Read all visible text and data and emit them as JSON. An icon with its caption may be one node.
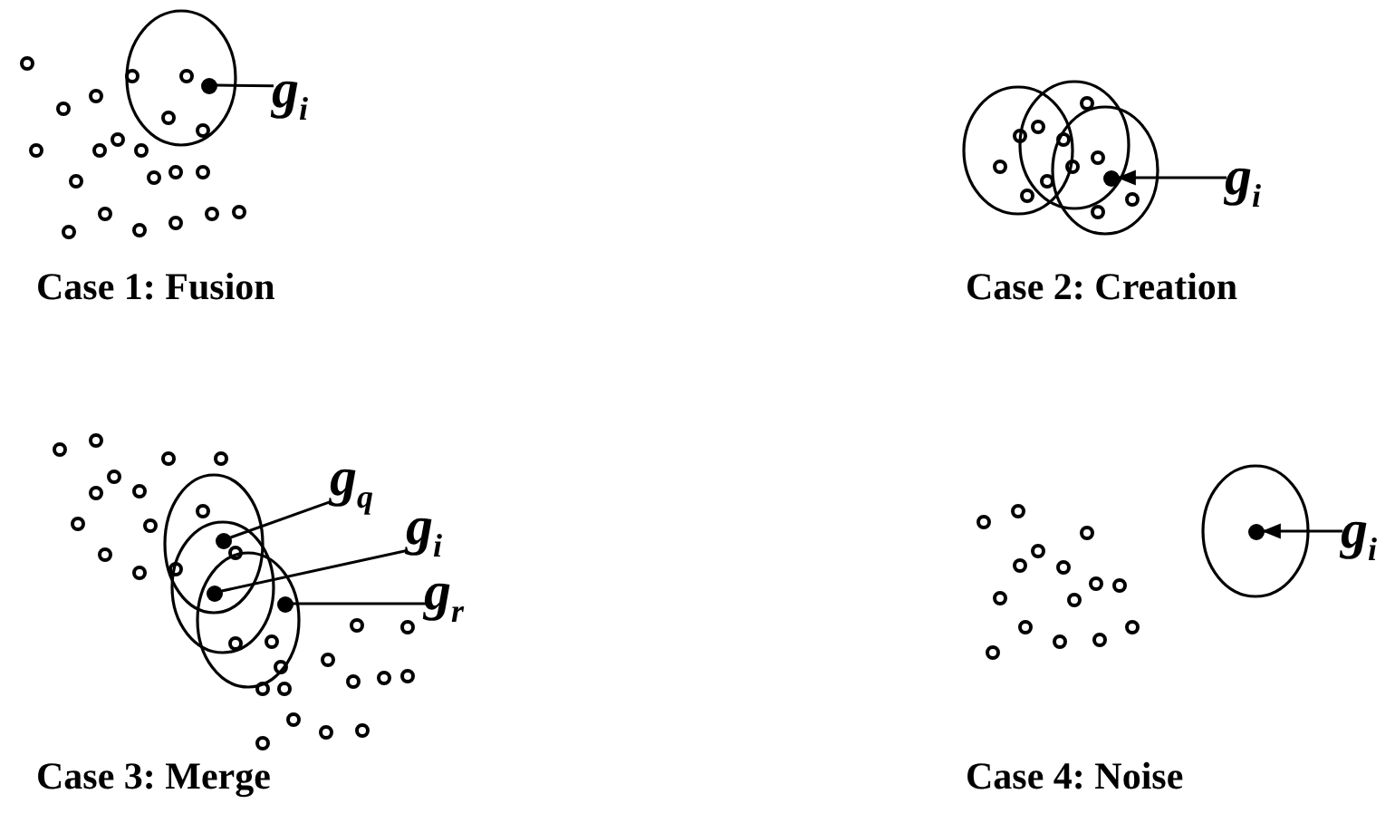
{
  "diagram": {
    "nodes": [
      {
        "text": [
          "g$_{i}$"
        ]
      },
      {
        "text": [],
        "shape": "circle"
      },
      {
        "text": [
          "g$_{i}$"
        ]
      },
      {
        "text": [],
        "shape": "circle"
      },
      {
        "text": [
          "g$_{q}$"
        ]
      },
      {
        "text": [
          "g$_{i}$"
        ]
      },
      {
        "text": [
          "g$_{r}$"
        ]
      },
      {
        "text": [],
        "shape": "circle"
      },
      {
        "text": [],
        "shape": "circle"
      },
      {
        "text": [],
        "shape": "circle"
      },
      {
        "text": [
          "g$_{i}$"
        ]
      },
      {
        "text": [],
        "shape": "circle"
      }
    ],
    "edges": [
      {
        "from": 0,
        "to": 1,
        "arrow": "none"
      },
      {
        "from": 2,
        "to": 3,
        "arrow": "to"
      },
      {
        "from": 4,
        "to": 7,
        "arrow": "none"
      },
      {
        "from": 5,
        "to": 8,
        "arrow": "none"
      },
      {
        "from": 6,
        "to": 9,
        "arrow": "none"
      },
      {
        "from": 10,
        "to": 11,
        "arrow": "to"
      }
    ],
    "labels": [
      "Case 1: Fusion",
      "Case 2: Creation",
      "Case 3: Merge",
      "Case 4: Noise"
    ]
  }
}
